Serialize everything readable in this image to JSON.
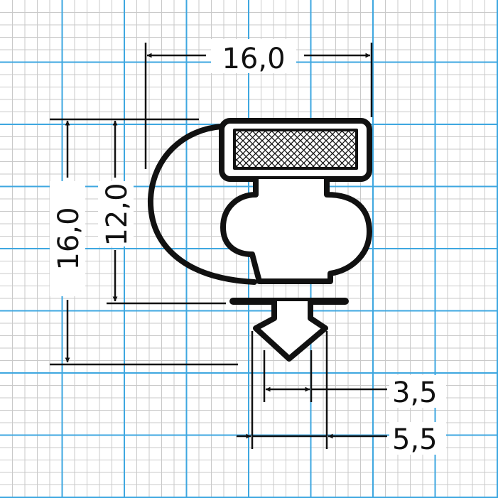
{
  "colors": {
    "background": "#ffffff",
    "grid_minor": "#c9c9c9",
    "grid_major": "#3ea7e0",
    "ink": "#111111"
  },
  "dimensions": {
    "top_width": "16,0",
    "left_height_outer": "16,0",
    "left_height_inner": "12,0",
    "right_small": "3,5",
    "right_large": "5,5"
  }
}
